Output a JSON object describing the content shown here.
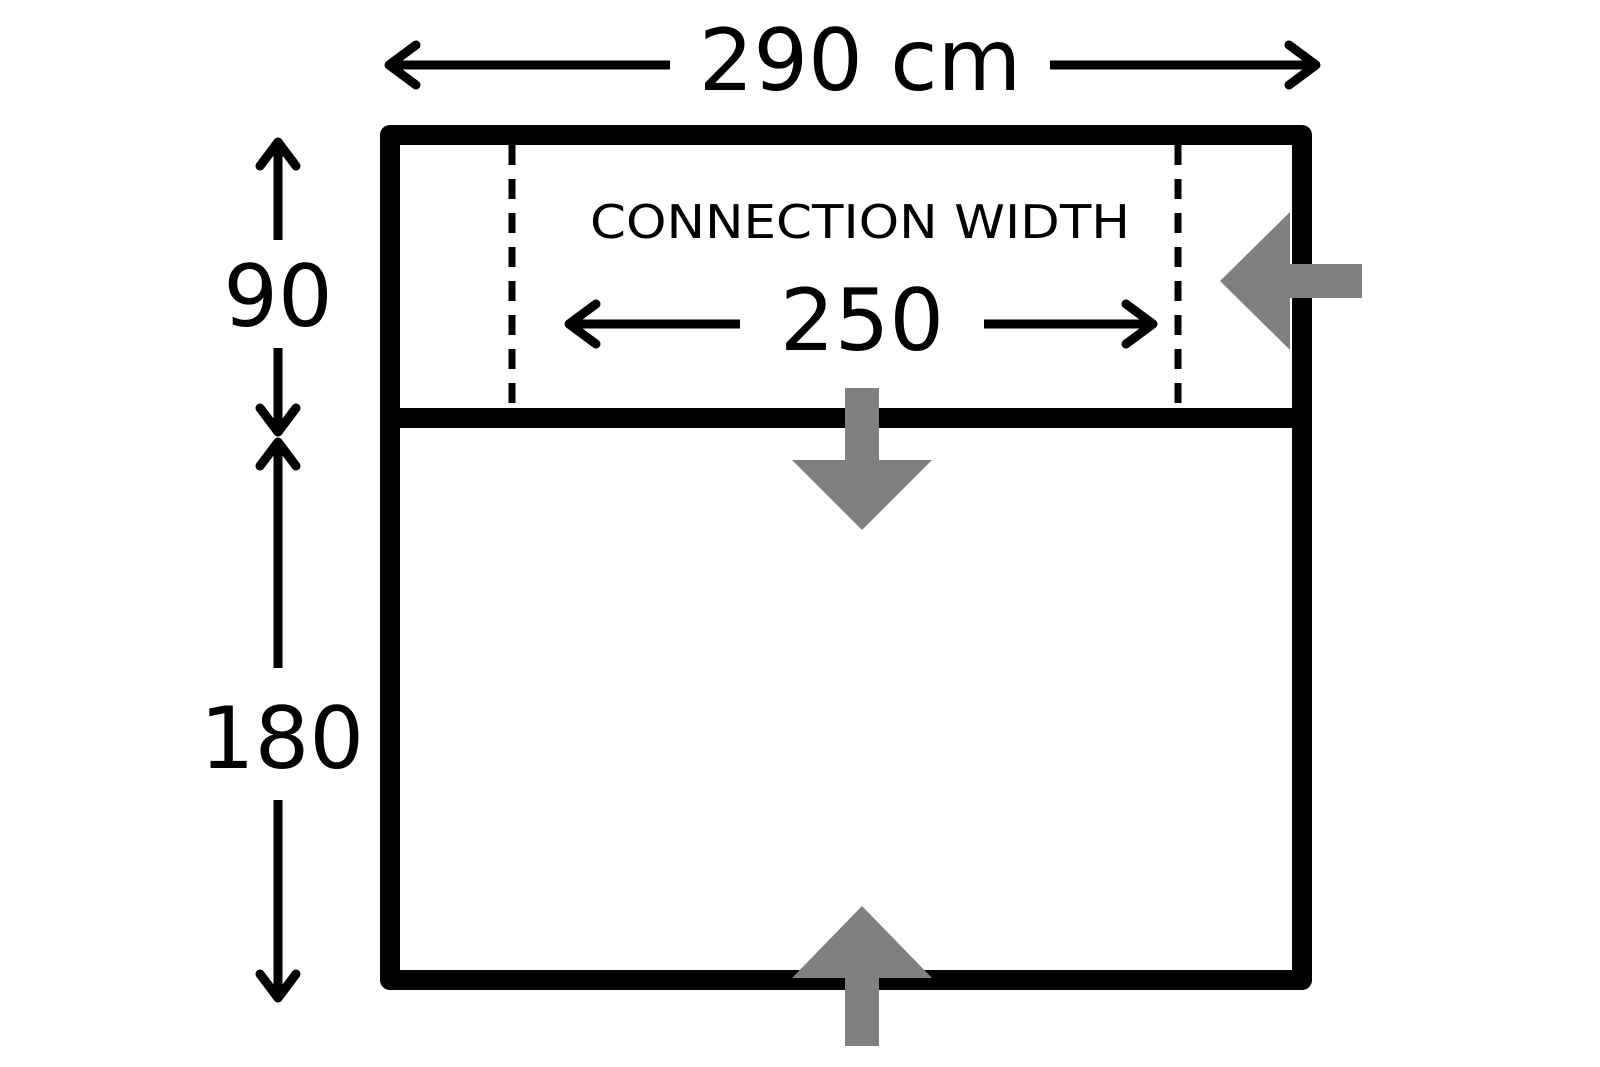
{
  "diagram": {
    "total_width_label": "290 cm",
    "top_section_height_label": "90",
    "bottom_section_height_label": "180",
    "connection_caption": "CONNECTION WIDTH",
    "connection_width_label": "250"
  },
  "colors": {
    "outline": "#000000",
    "entry_arrow": "#808080",
    "background": "#ffffff"
  },
  "icons": {
    "right_entry": "arrow-left-icon",
    "middle_entry": "arrow-down-icon",
    "bottom_entry": "arrow-up-icon"
  }
}
